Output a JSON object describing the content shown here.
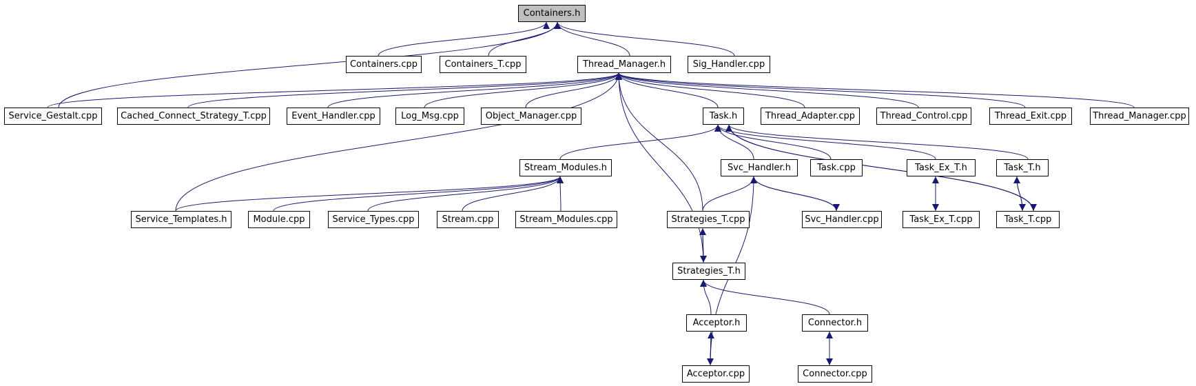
{
  "colors": {
    "edge": "#191970",
    "root_fill": "#bfbfbf",
    "node_border": "#000000"
  },
  "nodes": {
    "containers_h": "Containers.h",
    "containers_cpp": "Containers.cpp",
    "containers_t_cpp": "Containers_T.cpp",
    "thread_manager_h": "Thread_Manager.h",
    "sig_handler_cpp": "Sig_Handler.cpp",
    "service_gestalt_cpp": "Service_Gestalt.cpp",
    "cached_connect_strategy_t_cpp": "Cached_Connect_Strategy_T.cpp",
    "event_handler_cpp": "Event_Handler.cpp",
    "log_msg_cpp": "Log_Msg.cpp",
    "object_manager_cpp": "Object_Manager.cpp",
    "task_h": "Task.h",
    "thread_adapter_cpp": "Thread_Adapter.cpp",
    "thread_control_cpp": "Thread_Control.cpp",
    "thread_exit_cpp": "Thread_Exit.cpp",
    "thread_manager_cpp": "Thread_Manager.cpp",
    "stream_modules_h": "Stream_Modules.h",
    "svc_handler_h": "Svc_Handler.h",
    "task_cpp": "Task.cpp",
    "task_ex_t_h": "Task_Ex_T.h",
    "task_t_h": "Task_T.h",
    "service_templates_h": "Service_Templates.h",
    "module_cpp": "Module.cpp",
    "service_types_cpp": "Service_Types.cpp",
    "stream_cpp": "Stream.cpp",
    "stream_modules_cpp": "Stream_Modules.cpp",
    "strategies_t_cpp": "Strategies_T.cpp",
    "svc_handler_cpp": "Svc_Handler.cpp",
    "task_ex_t_cpp": "Task_Ex_T.cpp",
    "task_t_cpp": "Task_T.cpp",
    "strategies_t_h": "Strategies_T.h",
    "acceptor_h": "Acceptor.h",
    "connector_h": "Connector.h",
    "acceptor_cpp": "Acceptor.cpp",
    "connector_cpp": "Connector.cpp"
  },
  "edges": [
    [
      "containers_cpp",
      "containers_h"
    ],
    [
      "containers_t_cpp",
      "containers_h"
    ],
    [
      "thread_manager_h",
      "containers_h"
    ],
    [
      "sig_handler_cpp",
      "containers_h"
    ],
    [
      "service_gestalt_cpp",
      "containers_h"
    ],
    [
      "service_gestalt_cpp",
      "thread_manager_h"
    ],
    [
      "cached_connect_strategy_t_cpp",
      "thread_manager_h"
    ],
    [
      "event_handler_cpp",
      "thread_manager_h"
    ],
    [
      "log_msg_cpp",
      "thread_manager_h"
    ],
    [
      "object_manager_cpp",
      "thread_manager_h"
    ],
    [
      "task_h",
      "thread_manager_h"
    ],
    [
      "thread_adapter_cpp",
      "thread_manager_h"
    ],
    [
      "thread_control_cpp",
      "thread_manager_h"
    ],
    [
      "thread_exit_cpp",
      "thread_manager_h"
    ],
    [
      "thread_manager_cpp",
      "thread_manager_h"
    ],
    [
      "service_templates_h",
      "thread_manager_h"
    ],
    [
      "strategies_t_cpp",
      "thread_manager_h"
    ],
    [
      "strategies_t_h",
      "thread_manager_h"
    ],
    [
      "stream_modules_h",
      "task_h"
    ],
    [
      "svc_handler_h",
      "task_h"
    ],
    [
      "task_cpp",
      "task_h"
    ],
    [
      "task_ex_t_h",
      "task_h"
    ],
    [
      "task_t_h",
      "task_h"
    ],
    [
      "task_t_cpp",
      "task_h"
    ],
    [
      "service_templates_h",
      "stream_modules_h"
    ],
    [
      "module_cpp",
      "stream_modules_h"
    ],
    [
      "service_types_cpp",
      "stream_modules_h"
    ],
    [
      "stream_cpp",
      "stream_modules_h"
    ],
    [
      "stream_modules_cpp",
      "stream_modules_h"
    ],
    [
      "strategies_t_cpp",
      "svc_handler_h"
    ],
    [
      "svc_handler_cpp",
      "svc_handler_h"
    ],
    [
      "acceptor_cpp",
      "svc_handler_h"
    ],
    [
      "task_ex_t_cpp",
      "task_ex_t_h"
    ],
    [
      "task_t_cpp",
      "task_t_h"
    ],
    [
      "strategies_t_cpp",
      "strategies_t_h"
    ],
    [
      "acceptor_h",
      "strategies_t_h"
    ],
    [
      "connector_h",
      "strategies_t_h"
    ],
    [
      "acceptor_cpp",
      "acceptor_h"
    ],
    [
      "connector_cpp",
      "connector_h"
    ],
    [
      "strategies_t_h",
      "strategies_t_cpp"
    ],
    [
      "svc_handler_h",
      "svc_handler_cpp"
    ],
    [
      "task_h",
      "task_t_cpp"
    ],
    [
      "task_ex_t_h",
      "task_ex_t_cpp"
    ],
    [
      "task_t_h",
      "task_t_cpp"
    ],
    [
      "acceptor_h",
      "acceptor_cpp"
    ],
    [
      "connector_h",
      "connector_cpp"
    ]
  ]
}
